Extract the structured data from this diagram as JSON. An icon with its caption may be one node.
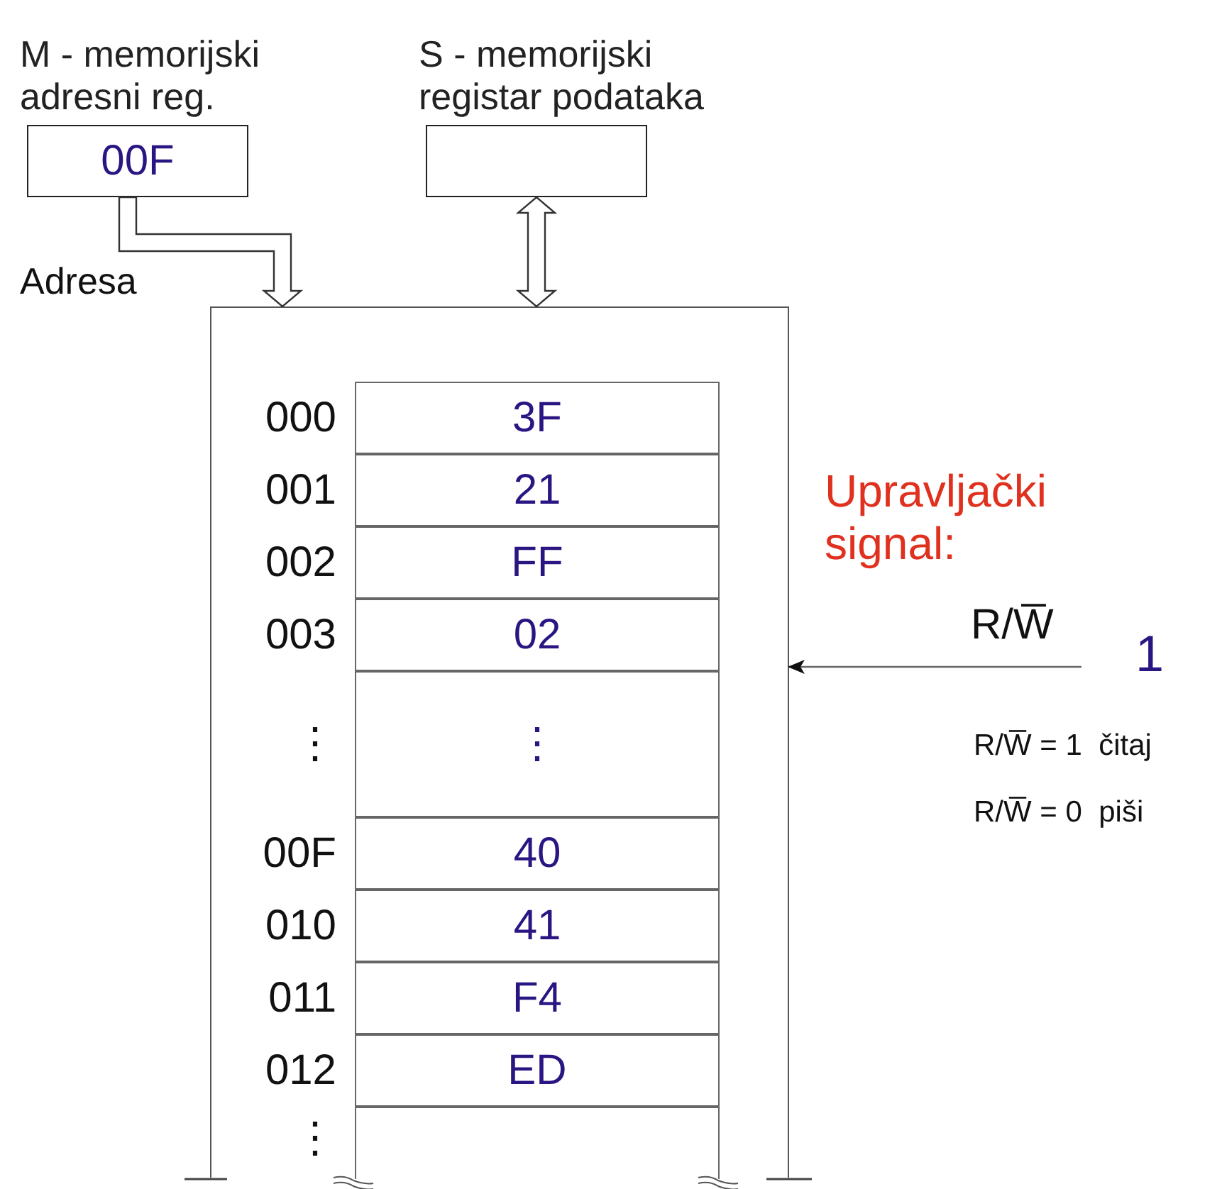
{
  "diagram": {
    "nodes": [
      {
        "text": [
          "M - memorijski adresni reg.",
          "00F"
        ]
      },
      {
        "text": [
          "S - memorijski registar podataka"
        ]
      },
      {
        "text": [],
        "shape": "box"
      },
      {
        "text": [
          "3F"
        ],
        "in": 2,
        "beside": [
          "000"
        ]
      },
      {
        "text": [
          "21"
        ],
        "in": 2,
        "beside": [
          "001"
        ]
      },
      {
        "text": [
          "FF"
        ],
        "in": 2,
        "beside": [
          "002"
        ]
      },
      {
        "text": [
          "02"
        ],
        "in": 2,
        "beside": [
          "003"
        ]
      },
      {
        "text": [
          "⋮"
        ],
        "in": 2,
        "beside": [
          "⋮"
        ]
      },
      {
        "text": [
          "40"
        ],
        "in": 2,
        "beside": [
          "00F"
        ]
      },
      {
        "text": [
          "41"
        ],
        "in": 2,
        "beside": [
          "010"
        ]
      },
      {
        "text": [
          "F4"
        ],
        "in": 2,
        "beside": [
          "011"
        ]
      },
      {
        "text": [
          "ED"
        ],
        "in": 2,
        "beside": [
          "012"
        ]
      },
      {
        "text": [],
        "shape": "box",
        "in": 2,
        "beside": [
          "⋮"
        ]
      }
    ],
    "edges": [
      {
        "from": 0,
        "to": 2,
        "arrow": "to",
        "label": "Adresa"
      },
      {
        "from": 1,
        "to": 2,
        "arrow": "both"
      },
      {
        "from": null,
        "to": 2,
        "arrow": "to",
        "label": "R/W̅"
      }
    ],
    "labels": [
      "Upravljački signal:",
      "1",
      "R/W̅ = 1  čitaj",
      "R/W̅ = 0  piši"
    ]
  }
}
